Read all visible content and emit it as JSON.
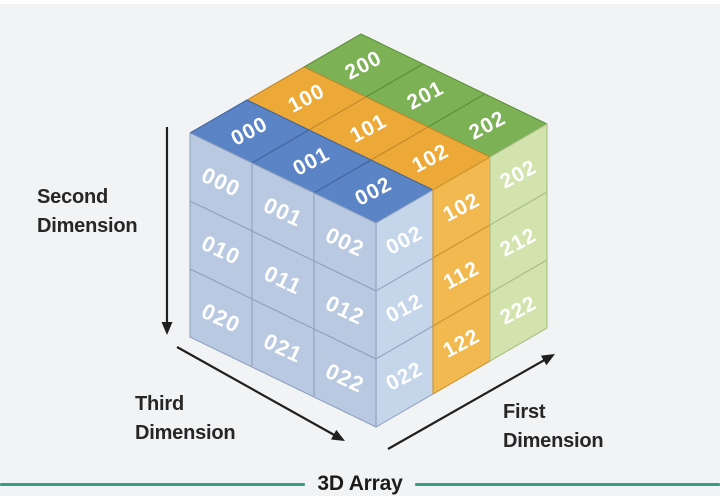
{
  "page": {
    "background": "#f2f3f5",
    "top_strip_color": "#ffffff",
    "bottom_strip_color": "#ffffff"
  },
  "title": {
    "text": "3D Array",
    "color": "#1c1c1c",
    "rule_color": "#359e85"
  },
  "axes": {
    "second": {
      "line1": "Second",
      "line2": "Dimension"
    },
    "third": {
      "line1": "Third",
      "line2": "Dimension"
    },
    "first": {
      "line1": "First",
      "line2": "Dimension"
    },
    "label_color": "#262626",
    "arrow_color": "#1f1f1f"
  },
  "cube": {
    "front_rows": [
      [
        "000",
        "001",
        "002"
      ],
      [
        "010",
        "011",
        "012"
      ],
      [
        "020",
        "021",
        "022"
      ]
    ],
    "top_rows": [
      [
        "000",
        "001",
        "002"
      ],
      [
        "100",
        "101",
        "102"
      ],
      [
        "200",
        "201",
        "202"
      ]
    ],
    "right_cols": [
      [
        "002",
        "012",
        "022"
      ],
      [
        "102",
        "112",
        "122"
      ],
      [
        "202",
        "212",
        "222"
      ]
    ],
    "colors": {
      "front_fill": "#b9c9e1",
      "front_stroke": "#8fa2be",
      "top_fills": [
        "#5b84c6",
        "#eda938",
        "#7cb155"
      ],
      "top_strokes": [
        "#40669f",
        "#c08a2b",
        "#5d9138"
      ],
      "side_fills": [
        "#c5d5ea",
        "#f1b94f",
        "#d3e3ae"
      ],
      "side_strokes": [
        "#93a7c4",
        "#cc9630",
        "#a9bf85"
      ],
      "label_color": "#ffffff"
    }
  }
}
